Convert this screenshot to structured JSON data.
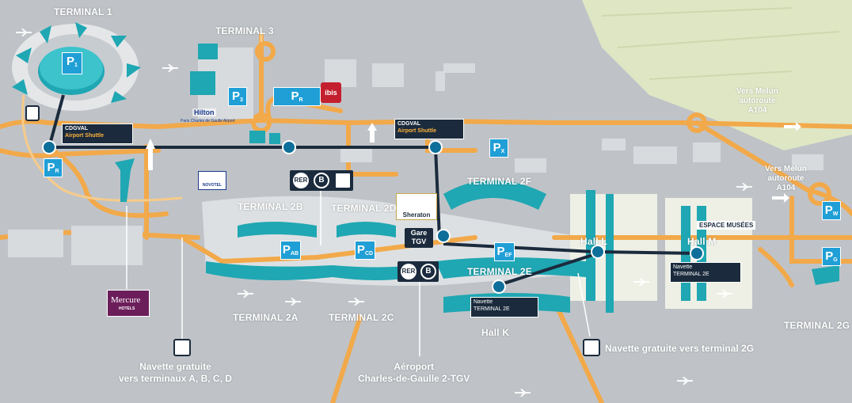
{
  "terminals": {
    "t1": "TERMINAL 1",
    "t3": "TERMINAL 3",
    "t2a": "TERMINAL 2A",
    "t2b": "TERMINAL 2B",
    "t2c": "TERMINAL 2C",
    "t2d": "TERMINAL 2D",
    "t2e": "TERMINAL 2E",
    "t2f": "TERMINAL 2F",
    "t2g": "TERMINAL 2G"
  },
  "halls": {
    "hall_k": "Hall K",
    "hall_l": "Hall L",
    "hall_m": "Hall M"
  },
  "parking": {
    "p1": {
      "letter": "P",
      "sub": "1"
    },
    "p3": {
      "letter": "P",
      "sub": "3"
    },
    "pr_t1": {
      "letter": "P",
      "sub": "R"
    },
    "pr_t3": {
      "letter": "P",
      "sub": "R"
    },
    "px": {
      "letter": "P",
      "sub": "X"
    },
    "pab": {
      "letter": "P",
      "sub": "AB"
    },
    "pcd": {
      "letter": "P",
      "sub": "CD"
    },
    "pef": {
      "letter": "P",
      "sub": "EF"
    },
    "pw": {
      "letter": "P",
      "sub": "W"
    },
    "pg": {
      "letter": "P",
      "sub": "G"
    }
  },
  "signs": {
    "cdgval_t1": {
      "line1": "CDGVAL",
      "line2": "Airport Shuttle"
    },
    "cdgval_t2": {
      "line1": "CDGVAL",
      "line2": "Airport Shuttle"
    },
    "navette_2e_k": {
      "line1": "Navette",
      "line2": "TERMINAL 2E"
    },
    "navette_2e_m": {
      "line1": "Navette",
      "line2": "TERMINAL 2E"
    },
    "gare_tgv": "Gare\nTGV",
    "rer_label": "RER",
    "b_label": "B"
  },
  "hotels": {
    "hilton": "Hilton",
    "hilton_sub": "Paris Charles de Gaulle Airport",
    "ibis": "ibis",
    "novotel": "NOVOTEL",
    "sheraton": "Sheraton",
    "mercure": "Mercure",
    "mercure_sub": "HOTELS"
  },
  "roads": {
    "melun_a104_1": "Vers Melun\nautoroute\nA104",
    "melun_a104_2": "Vers Melun\nautoroute\nA104"
  },
  "captions": {
    "navette_abcd": "Navette gratuite\nvers terminaux A, B, C, D",
    "aeroport_tgv": "Aéroport\nCharles-de-Gaulle 2-TGV",
    "navette_2g": "Navette gratuite vers terminal 2G"
  },
  "espace": {
    "word1": "ESPACE",
    "word2": "MUSÉES"
  },
  "icons": [
    "bus-icon",
    "fuel-icon",
    "train-icon",
    "shuttle-icon",
    "plane-icon",
    "arrow-icon"
  ],
  "colors": {
    "ground": "#bfc3c7",
    "road": "#f2a94a",
    "terminal": "#1fa7b3",
    "parking": "#1f9fd6",
    "sign": "#1b2b3d",
    "field": "#dfe6c4"
  }
}
